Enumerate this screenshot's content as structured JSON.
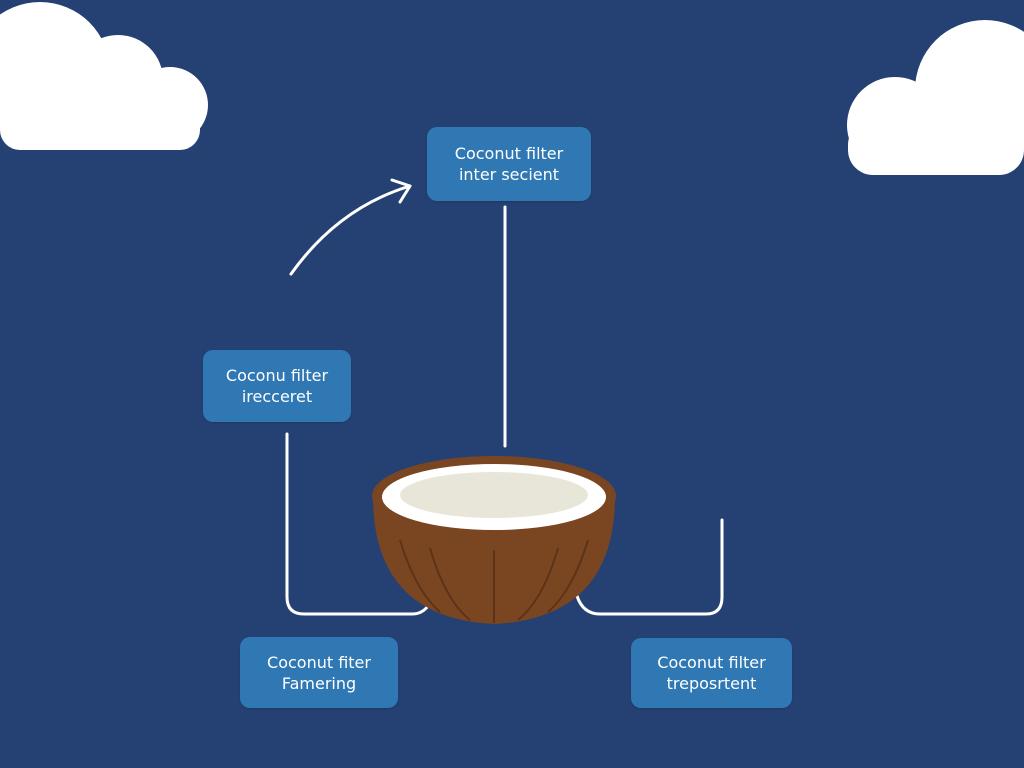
{
  "nodes": [
    {
      "id": "top",
      "line1": "Coconut filter",
      "line2": "inter secient"
    },
    {
      "id": "left",
      "line1": "Coconu filter",
      "line2": "irecceret"
    },
    {
      "id": "bottom-left",
      "line1": "Coconut fiter",
      "line2": "Famering"
    },
    {
      "id": "bottom-right",
      "line1": "Coconut filter",
      "line2": "treposrtent"
    }
  ],
  "colors": {
    "background": "#254173",
    "node_fill": "#2f78b4",
    "connector": "#ffffff",
    "cloud": "#ffffff",
    "coconut_shell": "#7a4622",
    "coconut_flesh": "#f2f1ea"
  },
  "icons": [
    "cloud-icon",
    "coconut-icon",
    "arrow-icon"
  ]
}
